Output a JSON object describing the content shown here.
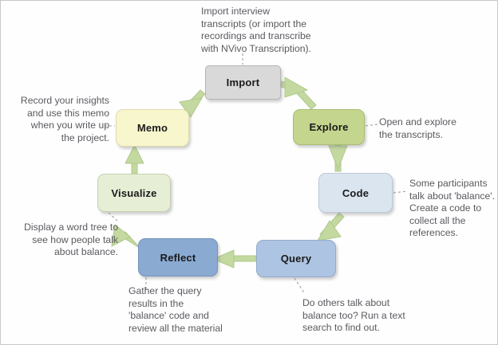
{
  "diagram": {
    "title": "NVivo qualitative research workflow cycle",
    "flow_direction": "counter-clockwise",
    "colors": {
      "arrow": "#bcd49a",
      "arrow_stroke": "#a9c487",
      "leader_line": "#9a9a9a",
      "note_text": "#5a5a60",
      "node_text": "#1a1a1a",
      "import_fill": "#d9d9d9",
      "explore_fill": "#c4d68e",
      "code_fill": "#dbe5f0",
      "query_fill": "#adc4e2",
      "reflect_fill": "#8aaad2",
      "visualize_fill": "#e6eed6",
      "memo_fill": "#f7f6cd"
    },
    "nodes": [
      {
        "id": "import",
        "label": "Import"
      },
      {
        "id": "explore",
        "label": "Explore"
      },
      {
        "id": "code",
        "label": "Code"
      },
      {
        "id": "query",
        "label": "Query"
      },
      {
        "id": "reflect",
        "label": "Reflect"
      },
      {
        "id": "visualize",
        "label": "Visualize"
      },
      {
        "id": "memo",
        "label": "Memo"
      }
    ],
    "notes": {
      "import": "Import interview\ntranscripts (or import the\nrecordings and transcribe\nwith NVivo Transcription).",
      "explore": "Open and explore\nthe transcripts.",
      "code": "Some participants\ntalk about 'balance'.\nCreate a code to\ncollect all the\nreferences.",
      "query": "Do others talk about\nbalance too? Run a text\nsearch to find out.",
      "reflect": "Gather the query\nresults in the\n'balance' code and\nreview all the material",
      "visualize": "Display a word tree to\nsee how people talk\nabout balance.",
      "memo": "Record your insights\nand use this memo\nwhen you write up\nthe project."
    },
    "edges": [
      {
        "from": "import",
        "to": "explore"
      },
      {
        "from": "explore",
        "to": "code"
      },
      {
        "from": "code",
        "to": "query"
      },
      {
        "from": "query",
        "to": "reflect"
      },
      {
        "from": "reflect",
        "to": "visualize"
      },
      {
        "from": "visualize",
        "to": "memo"
      },
      {
        "from": "memo",
        "to": "import"
      }
    ]
  }
}
